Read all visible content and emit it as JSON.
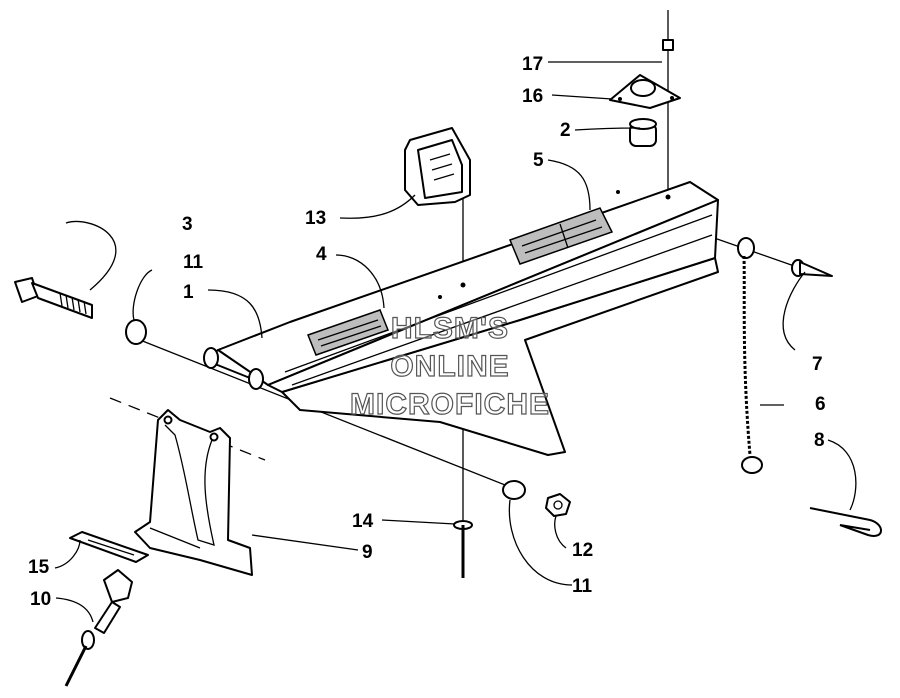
{
  "watermark": [
    "HLSM'S",
    "ONLINE",
    "MICROFICHE"
  ],
  "callouts": {
    "c1": "1",
    "c2": "2",
    "c3": "3",
    "c4": "4",
    "c5": "5",
    "c6": "6",
    "c7": "7",
    "c8": "8",
    "c9": "9",
    "c10": "10",
    "c11a": "11",
    "c11b": "11",
    "c12": "12",
    "c13": "13",
    "c14": "14",
    "c15": "15",
    "c16": "16",
    "c17": "17"
  }
}
